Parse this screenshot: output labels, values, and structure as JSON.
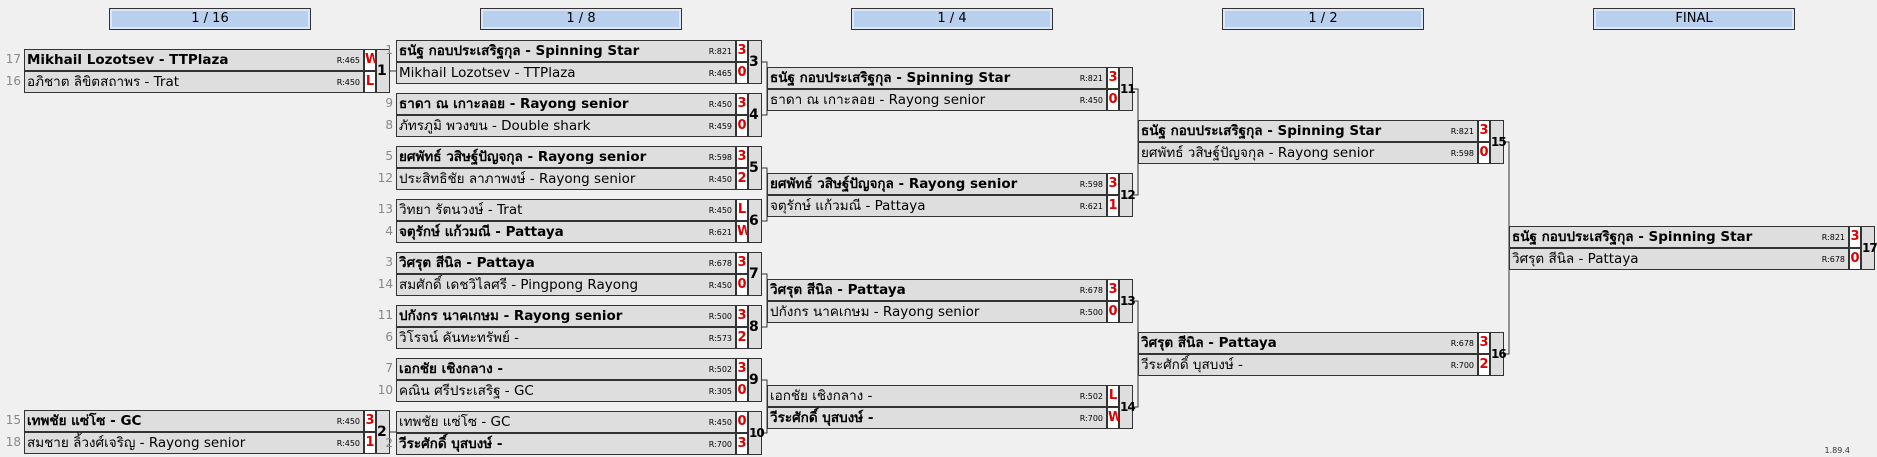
{
  "rounds": [
    "1 / 16",
    "1 / 8",
    "1 / 4",
    "1 / 2",
    "FINAL"
  ],
  "version": "1.89.4",
  "matches": [
    {
      "id": "1",
      "top": {
        "name": "Mikhail Lozotsev - TTPlaza",
        "rating": "R:465",
        "score": "W",
        "seed": "17",
        "winner": true
      },
      "bottom": {
        "name": "อภิชาต ลิขิตสถาพร - Trat",
        "rating": "R:450",
        "score": "L",
        "seed": "16",
        "winner": false
      }
    },
    {
      "id": "2",
      "top": {
        "name": "เทพชัย แซ่โซ - GC",
        "rating": "R:450",
        "score": "3",
        "seed": "15",
        "winner": true
      },
      "bottom": {
        "name": "สมชาย ลิ้วงศ์เจริญ - Rayong senior",
        "rating": "R:450",
        "score": "1",
        "seed": "18",
        "winner": false
      }
    },
    {
      "id": "3",
      "top": {
        "name": "ธนัฐ กอบประเสริฐกุล - Spinning Star",
        "rating": "R:821",
        "score": "3",
        "seed": "1",
        "winner": true
      },
      "bottom": {
        "name": "Mikhail Lozotsev - TTPlaza",
        "rating": "R:465",
        "score": "0",
        "seed": "",
        "winner": false
      }
    },
    {
      "id": "4",
      "top": {
        "name": "ธาดา ณ เกาะลอย - Rayong senior",
        "rating": "R:450",
        "score": "3",
        "seed": "9",
        "winner": true
      },
      "bottom": {
        "name": "ภัทรภูมิ พวงขน - Double shark",
        "rating": "R:459",
        "score": "0",
        "seed": "8",
        "winner": false
      }
    },
    {
      "id": "5",
      "top": {
        "name": "ยศพัทธ์ วสิษฐ์ปัญจกุล - Rayong senior",
        "rating": "R:598",
        "score": "3",
        "seed": "5",
        "winner": true
      },
      "bottom": {
        "name": "ประสิทธิชัย ลาภาพงษ์ - Rayong senior",
        "rating": "R:450",
        "score": "2",
        "seed": "12",
        "winner": false
      }
    },
    {
      "id": "6",
      "top": {
        "name": "วิทยา รัตนวงษ์ - Trat",
        "rating": "R:450",
        "score": "L",
        "seed": "13",
        "winner": false
      },
      "bottom": {
        "name": "จตุรักษ์ แก้วมณี - Pattaya",
        "rating": "R:621",
        "score": "W",
        "seed": "4",
        "winner": true
      }
    },
    {
      "id": "7",
      "top": {
        "name": "วิศรุต สีนิล - Pattaya",
        "rating": "R:678",
        "score": "3",
        "seed": "3",
        "winner": true
      },
      "bottom": {
        "name": "สมศักดิ์ เดชวิไลศรี - Pingpong Rayong",
        "rating": "R:450",
        "score": "0",
        "seed": "14",
        "winner": false
      }
    },
    {
      "id": "8",
      "top": {
        "name": "ปกังกร นาคเกษม - Rayong senior",
        "rating": "R:500",
        "score": "3",
        "seed": "11",
        "winner": true
      },
      "bottom": {
        "name": "วิโรจน์ คันทะทรัพย์ -",
        "rating": "R:573",
        "score": "2",
        "seed": "6",
        "winner": false
      }
    },
    {
      "id": "9",
      "top": {
        "name": "เอกชัย เชิงกลาง -",
        "rating": "R:502",
        "score": "3",
        "seed": "7",
        "winner": true
      },
      "bottom": {
        "name": "คณิน ศรีประเสริฐ - GC",
        "rating": "R:305",
        "score": "0",
        "seed": "10",
        "winner": false
      }
    },
    {
      "id": "10",
      "top": {
        "name": "เทพชัย แซ่โซ - GC",
        "rating": "R:450",
        "score": "0",
        "seed": "",
        "winner": false
      },
      "bottom": {
        "name": "วีระศักดิ์ บุสบงษ์ -",
        "rating": "R:700",
        "score": "3",
        "seed": "2",
        "winner": true
      }
    },
    {
      "id": "11",
      "top": {
        "name": "ธนัฐ กอบประเสริฐกุล - Spinning Star",
        "rating": "R:821",
        "score": "3",
        "seed": "",
        "winner": true
      },
      "bottom": {
        "name": "ธาดา ณ เกาะลอย - Rayong senior",
        "rating": "R:450",
        "score": "0",
        "seed": "",
        "winner": false
      }
    },
    {
      "id": "12",
      "top": {
        "name": "ยศพัทธ์ วสิษฐ์ปัญจกุล - Rayong senior",
        "rating": "R:598",
        "score": "3",
        "seed": "",
        "winner": true
      },
      "bottom": {
        "name": "จตุรักษ์ แก้วมณี - Pattaya",
        "rating": "R:621",
        "score": "1",
        "seed": "",
        "winner": false
      }
    },
    {
      "id": "13",
      "top": {
        "name": "วิศรุต สีนิล - Pattaya",
        "rating": "R:678",
        "score": "3",
        "seed": "",
        "winner": true
      },
      "bottom": {
        "name": "ปกังกร นาคเกษม - Rayong senior",
        "rating": "R:500",
        "score": "0",
        "seed": "",
        "winner": false
      }
    },
    {
      "id": "14",
      "top": {
        "name": "เอกชัย เชิงกลาง -",
        "rating": "R:502",
        "score": "L",
        "seed": "",
        "winner": false
      },
      "bottom": {
        "name": "วีระศักดิ์ บุสบงษ์ -",
        "rating": "R:700",
        "score": "W",
        "seed": "",
        "winner": true
      }
    },
    {
      "id": "15",
      "top": {
        "name": "ธนัฐ กอบประเสริฐกุล - Spinning Star",
        "rating": "R:821",
        "score": "3",
        "seed": "",
        "winner": true
      },
      "bottom": {
        "name": "ยศพัทธ์ วสิษฐ์ปัญจกุล - Rayong senior",
        "rating": "R:598",
        "score": "0",
        "seed": "",
        "winner": false
      }
    },
    {
      "id": "16",
      "top": {
        "name": "วิศรุต สีนิล - Pattaya",
        "rating": "R:678",
        "score": "3",
        "seed": "",
        "winner": true
      },
      "bottom": {
        "name": "วีระศักดิ์ บุสบงษ์ -",
        "rating": "R:700",
        "score": "2",
        "seed": "",
        "winner": false
      }
    },
    {
      "id": "17",
      "top": {
        "name": "ธนัฐ กอบประเสริฐกุล - Spinning Star",
        "rating": "R:821",
        "score": "3",
        "seed": "",
        "winner": true
      },
      "bottom": {
        "name": "วิศรุต สีนิล - Pattaya",
        "rating": "R:678",
        "score": "0",
        "seed": "",
        "winner": false
      }
    }
  ]
}
